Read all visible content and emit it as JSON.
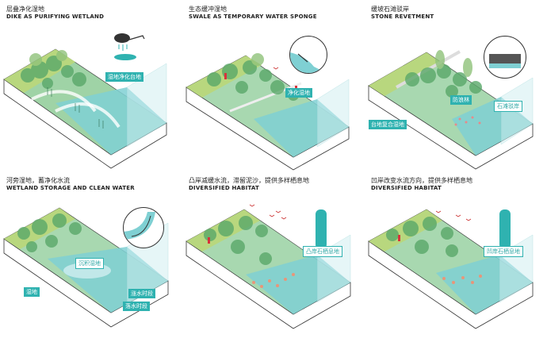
{
  "panels": [
    {
      "title_cn": "层叠净化湿地",
      "title_en": "DIKE AS PURIFYING WETLAND",
      "labels": [
        "湿地净化台地"
      ]
    },
    {
      "title_cn": "生态缓冲湿地",
      "title_en": "SWALE AS TEMPORARY WATER SPONGE",
      "labels": [
        "净化湿地"
      ]
    },
    {
      "title_cn": "缓坡石滩驳岸",
      "title_en": "STONE REVETMENT",
      "labels": [
        "防浪林",
        "石滩驳岸",
        "台地复合湿地"
      ]
    },
    {
      "title_cn": "河旁湿地，蓄净化水流",
      "title_en": "WETLAND STORAGE AND CLEAN WATER",
      "labels": [
        "沉积湿地",
        "湿地",
        "涨水时段",
        "落水时段"
      ]
    },
    {
      "title_cn": "凸岸减缓水流，滞留泥沙，提供多样栖息地",
      "title_en": "DIVERSIFIED HABITAT",
      "labels": [
        "凸岸石栖息地"
      ]
    },
    {
      "title_cn": "凹岸改变水流方向，提供多样栖息地",
      "title_en": "DIVERSIFIED HABITAT",
      "labels": [
        "凹岸石栖息地"
      ]
    }
  ],
  "colors": {
    "accent": "#2fb2b0",
    "water": "#7fd0d3",
    "grass": "#a9cf7a",
    "tree": "#5aa86a",
    "soil": "#ffffff"
  }
}
